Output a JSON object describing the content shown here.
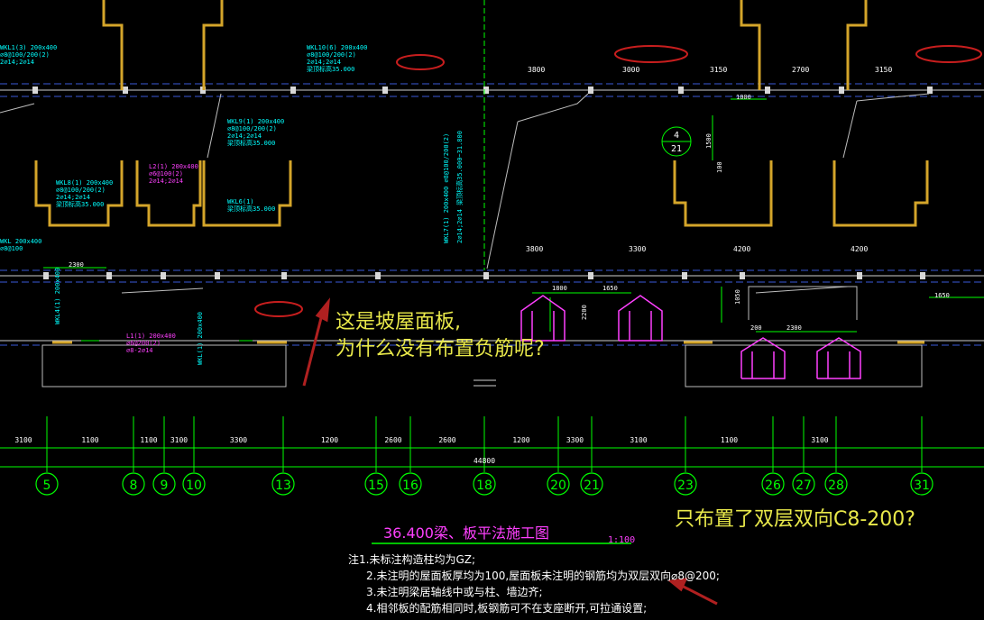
{
  "drawing": {
    "title": "36.400梁、板平法施工图",
    "scale": "1:100",
    "notes": [
      "注1.未标注构造柱均为GZ;",
      "2.未注明的屋面板厚均为100,屋面板未注明的钢筋均为双层双向⌀8@200;",
      "3.未注明梁居轴线中或与柱、墙边齐;",
      "4.相邻板的配筋相同时,板钢筋可不在支座断开,可拉通设置;"
    ],
    "axes": [
      "5",
      "8",
      "9",
      "10",
      "13",
      "15",
      "16",
      "18",
      "20",
      "21",
      "23",
      "26",
      "27",
      "28",
      "31"
    ],
    "bottom_dims": [
      "3100",
      "1100",
      "1100",
      "3100",
      "3300",
      "1200",
      "2600",
      "2600",
      "1200",
      "3300",
      "3100",
      "1100",
      "3100"
    ],
    "total_dim": "44800",
    "top_dims": [
      "3800",
      "3000",
      "3150",
      "2700",
      "3150"
    ],
    "mid_dims": [
      "3800",
      "3300",
      "4200",
      "4200"
    ],
    "detail_labels": [
      "1800",
      "1650",
      "2200",
      "2300",
      "200",
      "1050",
      "1650",
      "1000",
      "1500",
      "100",
      "2300"
    ],
    "section_mark": {
      "top": "4",
      "bottom": "21"
    }
  },
  "annotations": {
    "slope_question_line1": "这是坡屋面板,",
    "slope_question_line2": "为什么没有布置负筋呢?",
    "rebar_question": "只布置了双层双向C8-200?"
  },
  "colors": {
    "background": "#000000",
    "axis_green": "#00ff00",
    "beam_label_cyan": "#00ffff",
    "wall_yellow": "#d4a52a",
    "magenta": "#ff40ff",
    "annotation_yellow": "#e8e84a",
    "highlight_red": "#c81e1e"
  }
}
